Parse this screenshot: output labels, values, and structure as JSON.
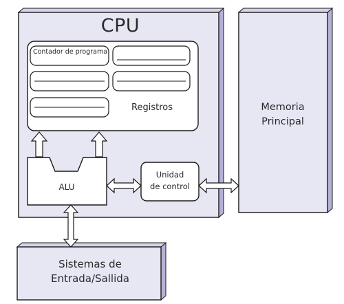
{
  "cpu": {
    "title": "CPU",
    "counter_label": "Contador de programa",
    "registers_label": "Registros",
    "alu_label": "ALU",
    "control_unit_label": "Unidad\nde control"
  },
  "memory": {
    "label": "Memoria\nPrincipal"
  },
  "io": {
    "label": "Sistemas de\nEntrada/Sallida"
  },
  "colors": {
    "box_fill": "#e7e6f3",
    "box_shadow": "#b4b2d9",
    "stroke": "#1a1a1a",
    "white_fill": "#ffffff"
  }
}
